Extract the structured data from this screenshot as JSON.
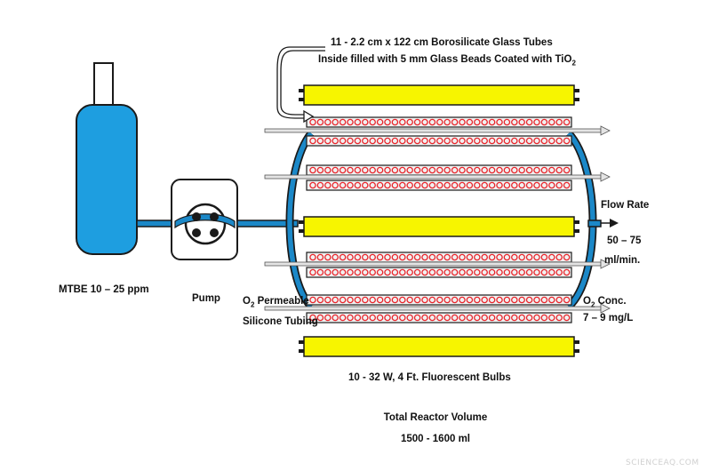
{
  "labels": {
    "tubes_title": "11 - 2.2 cm x 122 cm Borosilicate Glass Tubes",
    "tubes_subtitle_pre": "Inside filled with 5 mm Glass Beads Coated with TiO",
    "tubes_subtitle_sub": "2",
    "mtbe": "MTBE 10 – 25 ppm",
    "pump": "Pump",
    "o2_prefix": "O",
    "o2_sub": "2",
    "o2_permeable_rest": " Permeable",
    "silicone_tubing": "Silicone Tubing",
    "flow_rate": "Flow Rate",
    "flow_value": "50 – 75",
    "flow_unit": "ml/min.",
    "o2_conc_rest": " Conc.",
    "o2_conc_value": "7 – 9 mg/L",
    "bulbs": "10 - 32 W, 4 Ft. Fluorescent Bulbs",
    "total_volume": "Total Reactor Volume",
    "total_volume_value": "1500 - 1600 ml"
  },
  "watermark": "SCIENCEAQ.COM",
  "colors": {
    "tubing_blue": "#1b88c8",
    "bottle_blue": "#1e9ee0",
    "bulb_yellow": "#f7f500",
    "bead_red": "#e8242a",
    "glass_tube_fill": "#f1f1f1",
    "outline": "#1a1a1a"
  }
}
